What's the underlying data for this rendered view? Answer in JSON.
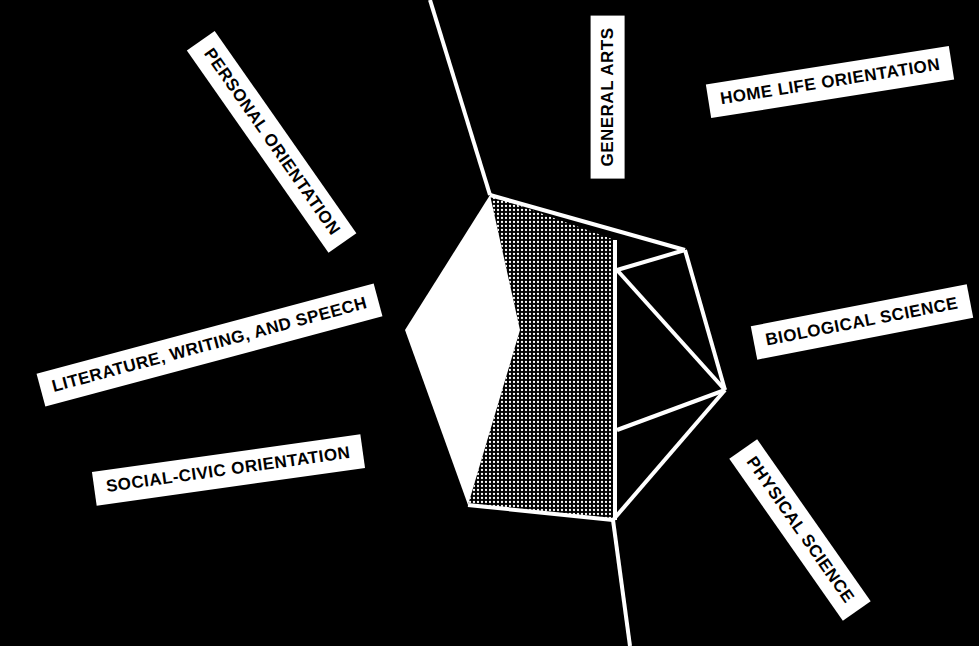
{
  "diagram": {
    "nodes": [
      {
        "text": [
          "PERSONAL ORIENTATION"
        ]
      },
      {
        "text": [
          "GENERAL ARTS"
        ]
      },
      {
        "text": [
          "HOME LIFE ORIENTATION"
        ]
      },
      {
        "text": [
          "LITERATURE, WRITING, AND SPEECH"
        ]
      },
      {
        "text": [
          "BIOLOGICAL SCIENCE"
        ]
      },
      {
        "text": [
          "SOCIAL-CIVIC ORIENTATION"
        ]
      },
      {
        "text": [
          "PHYSICAL SCIENCE"
        ]
      }
    ]
  }
}
